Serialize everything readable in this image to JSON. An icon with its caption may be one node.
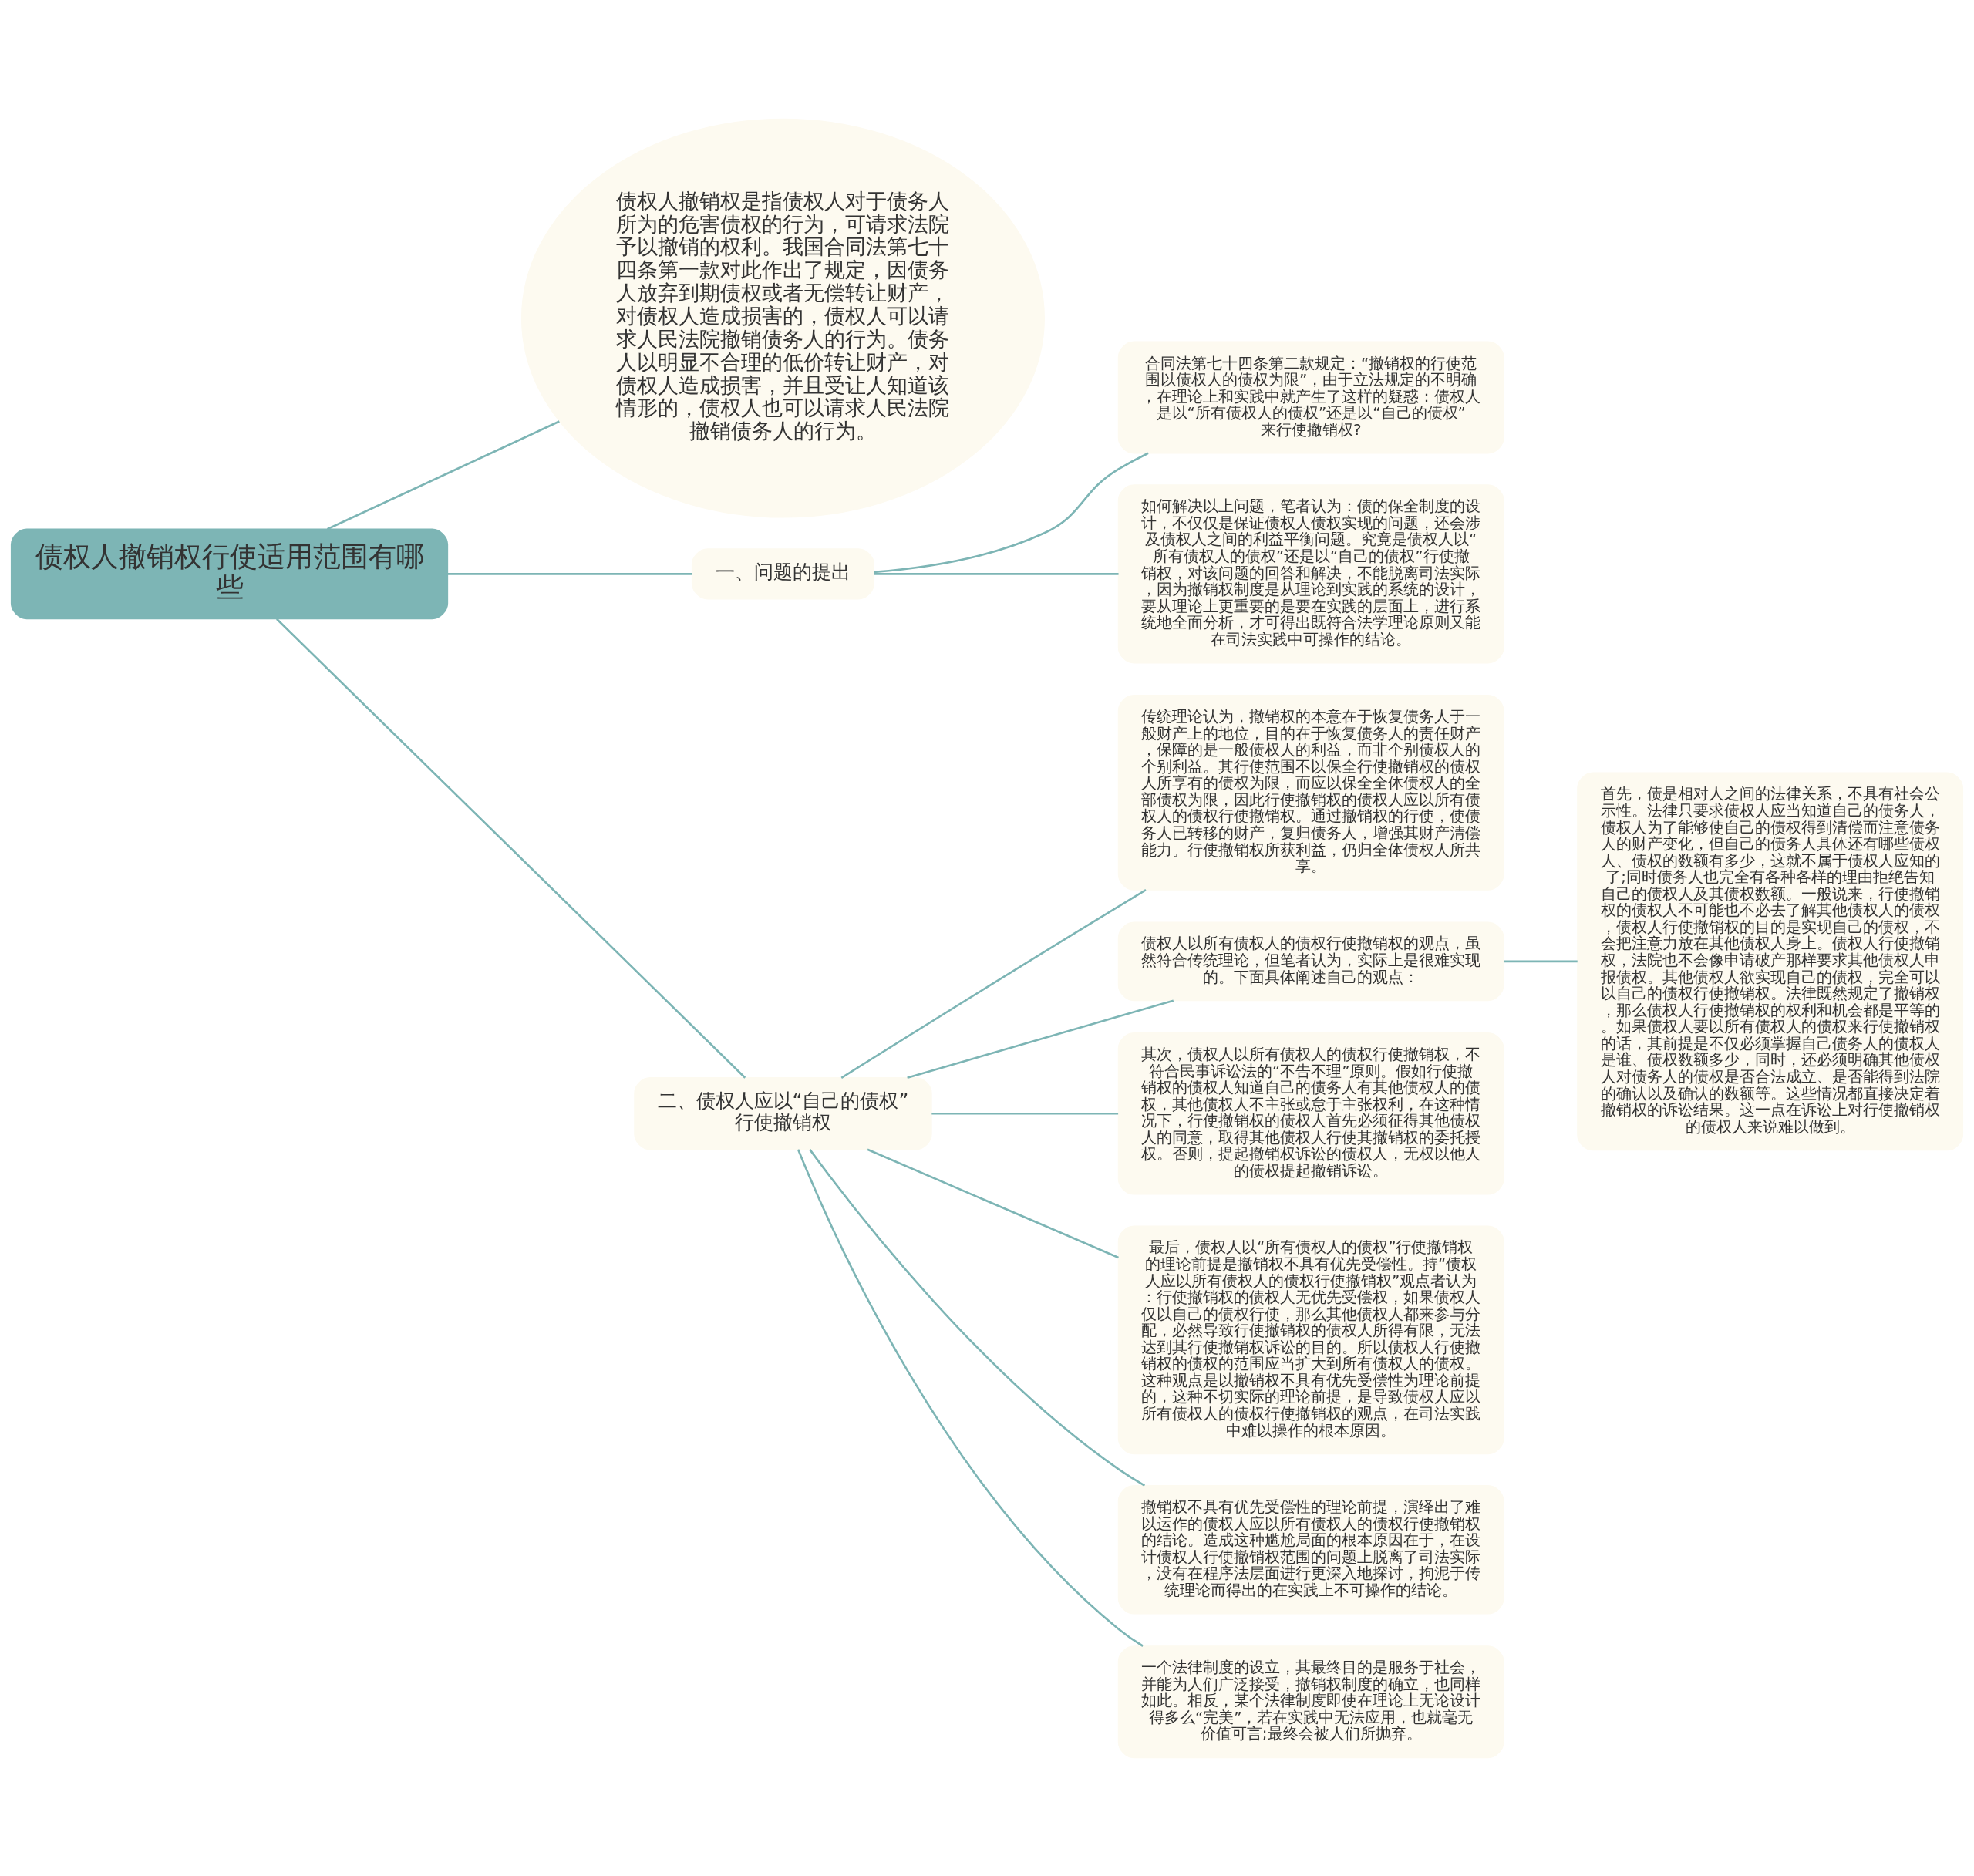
{
  "diagram": {
    "nodes": [
      {
        "text": [
          "债权人撤销权行使适用范围有哪些"
        ]
      },
      {
        "text": [
          "债权人撤销权是指债权人对于债务人所为的危害债权的行为，可请求法院予以撤销的权利。我国合同法第七十四条第一款对此作出了规定，因债务人放弃到期债权或者无偿转让财产，对债权人造成损害的，债权人可以请求人民法院撤销债务人的行为。债务人以明显不合理的低价转让财产，对债权人造成损害，并且受让人知道该情形的，债权人也可以请求人民法院撤销债务人的行为。"
        ]
      },
      {
        "text": [
          "一、问题的提出"
        ]
      },
      {
        "text": [
          "合同法第七十四条第二款规定：“撤销权的行使范围以债权人的债权为限”，由于立法规定的不明确，在理论上和实践中就产生了这样的疑惑：债权人是以“所有债权人的债权”还是以“自己的债权”来行使撤销权?"
        ]
      },
      {
        "text": [
          "如何解决以上问题，笔者认为：债的保全制度的设计，不仅仅是保证债权人债权实现的问题，还会涉及债权人之间的利益平衡问题。究竟是债权人以“所有债权人的债权”还是以“自己的债权”行使撤销权，对该问题的回答和解决，不能脱离司法实际，因为撤销权制度是从理论到实践的系统的设计，要从理论上更重要的是要在实践的层面上，进行系统地全面分析，才可得出既符合法学理论原则又能在司法实践中可操作的结论。"
        ]
      },
      {
        "text": [
          "二、债权人应以“自己的债权”行使撤销权"
        ]
      },
      {
        "text": [
          "传统理论认为，撤销权的本意在于恢复债务人于一般财产上的地位，目的在于恢复债务人的责任财产，保障的是一般债权人的利益，而非个别债权人的个别利益。其行使范围不以保全行使撤销权的债权人所享有的债权为限，而应以保全全体债权人的全部债权为限，因此行使撤销权的债权人应以所有债权人的债权行使撤销权。通过撤销权的行使，使债务人已转移的财产，复归债务人，增强其财产清偿能力。行使撤销权所获利益，仍归全体债权人所共享。"
        ]
      },
      {
        "text": [
          "债权人以所有债权人的债权行使撤销权的观点，虽然符合传统理论，但笔者认为，实际上是很难实现的。下面具体阐述自己的观点："
        ]
      },
      {
        "text": [
          "首先，债是相对人之间的法律关系，不具有社会公示性。法律只要求债权人应当知道自己的债务人，债权人为了能够使自己的债权得到清偿而注意债务人的财产变化，但自己的债务人具体还有哪些债权人、债权的数额有多少，这就不属于债权人应知的了;同时债务人也完全有各种各样的理由拒绝告知自己的债权人及其债权数额。一般说来，行使撤销权的债权人不可能也不必去了解其他债权人的债权，债权人行使撤销权的目的是实现自己的债权，不会把注意力放在其他债权人身上。债权人行使撤销权，法院也不会像申请破产那样要求其他债权人申报债权。其他债权人欲实现自己的债权，完全可以以自己的债权行使撤销权。法律既然规定了撤销权，那么债权人行使撤销权的权利和机会都是平等的。如果债权人要以所有债权人的债权来行使撤销权的话，其前提是不仅必须掌握自己债务人的债权人是谁、债权数额多少，同时，还必须明确其他债权人对债务人的债权是否合法成立、是否能得到法院的确认以及确认的数额等。这些情况都直接决定着撤销权的诉讼结果。这一点在诉讼上对行使撤销权的债权人来说难以做到。"
        ]
      },
      {
        "text": [
          "其次，债权人以所有债权人的债权行使撤销权，不符合民事诉讼法的“不告不理”原则。假如行使撤销权的债权人知道自己的债务人有其他债权人的债权，其他债权人不主张或怠于主张权利，在这种情况下，行使撤销权的债权人首先必须征得其他债权人的同意，取得其他债权人行使其撤销权的委托授权。否则，提起撤销权诉讼的债权人，无权以他人的债权提起撤销诉讼。"
        ]
      },
      {
        "text": [
          "最后，债权人以“所有债权人的债权”行使撤销权的理论前提是撤销权不具有优先受偿性。持“债权人应以所有债权人的债权行使撤销权”观点者认为：行使撤销权的债权人无优先受偿权，如果债权人仅以自己的债权行使，那么其他债权人都来参与分配，必然导致行使撤销权的债权人所得有限，无法达到其行使撤销权诉讼的目的。所以债权人行使撤销权的债权的范围应当扩大到所有债权人的债权。这种观点是以撤销权不具有优先受偿性为理论前提的，这种不切实际的理论前提，是导致债权人应以所有债权人的债权行使撤销权的观点，在司法实践中难以操作的根本原因。"
        ]
      },
      {
        "text": [
          "撤销权不具有优先受偿性的理论前提，演绎出了难以运作的债权人应以所有债权人的债权行使撤销权的结论。造成这种尴尬局面的根本原因在于，在设计债权人行使撤销权范围的问题上脱离了司法实际，没有在程序法层面进行更深入地探讨，拘泥于传统理论而得出的在实践上不可操作的结论。"
        ]
      },
      {
        "text": [
          "一个法律制度的设立，其最终目的是服务于社会，并能为人们广泛接受，撤销权制度的确立，也同样如此。相反，某个法律制度即使在理论上无论设计得多么“完美”，若在实践中无法应用，也就毫无价值可言;最终会被人们所抛弃。"
        ]
      }
    ],
    "edges": [
      {
        "from": 0,
        "to": 1,
        "arrow": "none"
      },
      {
        "from": 0,
        "to": 2,
        "arrow": "none"
      },
      {
        "from": 2,
        "to": 3,
        "arrow": "none"
      },
      {
        "from": 2,
        "to": 4,
        "arrow": "none"
      },
      {
        "from": 0,
        "to": 5,
        "arrow": "none"
      },
      {
        "from": 5,
        "to": 6,
        "arrow": "none"
      },
      {
        "from": 5,
        "to": 7,
        "arrow": "none"
      },
      {
        "from": 7,
        "to": 8,
        "arrow": "none"
      },
      {
        "from": 5,
        "to": 9,
        "arrow": "none"
      },
      {
        "from": 5,
        "to": 10,
        "arrow": "none"
      },
      {
        "from": 5,
        "to": 11,
        "arrow": "none"
      },
      {
        "from": 5,
        "to": 12,
        "arrow": "none"
      }
    ]
  }
}
